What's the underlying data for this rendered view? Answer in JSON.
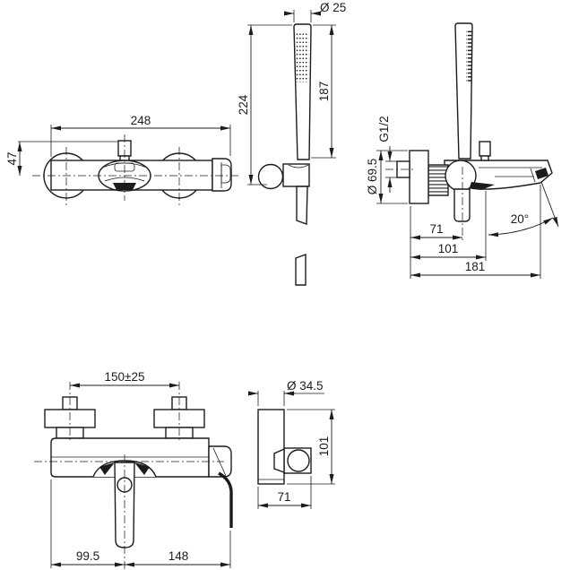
{
  "drawing": {
    "kind": "technical dimension drawing",
    "subject": "wall-mounted shower and bath mixer with hand shower set",
    "background": "#ffffff",
    "line_color": "#1c1c1c"
  },
  "views": {
    "shower_mixer_front": {
      "label": "shower-mixer-front-view",
      "dims": {
        "overall_width": "248",
        "height_to_axis": "47"
      }
    },
    "hand_shower": {
      "label": "hand-shower-front-view",
      "dims": {
        "wand_diameter": "Ø 25",
        "wand_length": "187",
        "overall_height": "224"
      }
    },
    "bath_mixer_side": {
      "label": "bath-mixer-side-view",
      "dims": {
        "inlet_thread": "G1/2",
        "flange_diameter": "Ø 69.5",
        "handle_axis_depth": "71",
        "spout_axis_depth": "101",
        "overall_depth": "181",
        "spout_angle": "20°"
      }
    },
    "bath_mixer_front": {
      "label": "bath-mixer-front-view",
      "dims": {
        "inlet_spacing": "150±25",
        "left_to_handle_axis": "99.5",
        "handle_axis_to_right": "148"
      }
    },
    "holder_side": {
      "label": "shower-holder-side-view",
      "dims": {
        "diameter": "Ø 34.5",
        "height": "101",
        "depth": "71"
      }
    }
  }
}
